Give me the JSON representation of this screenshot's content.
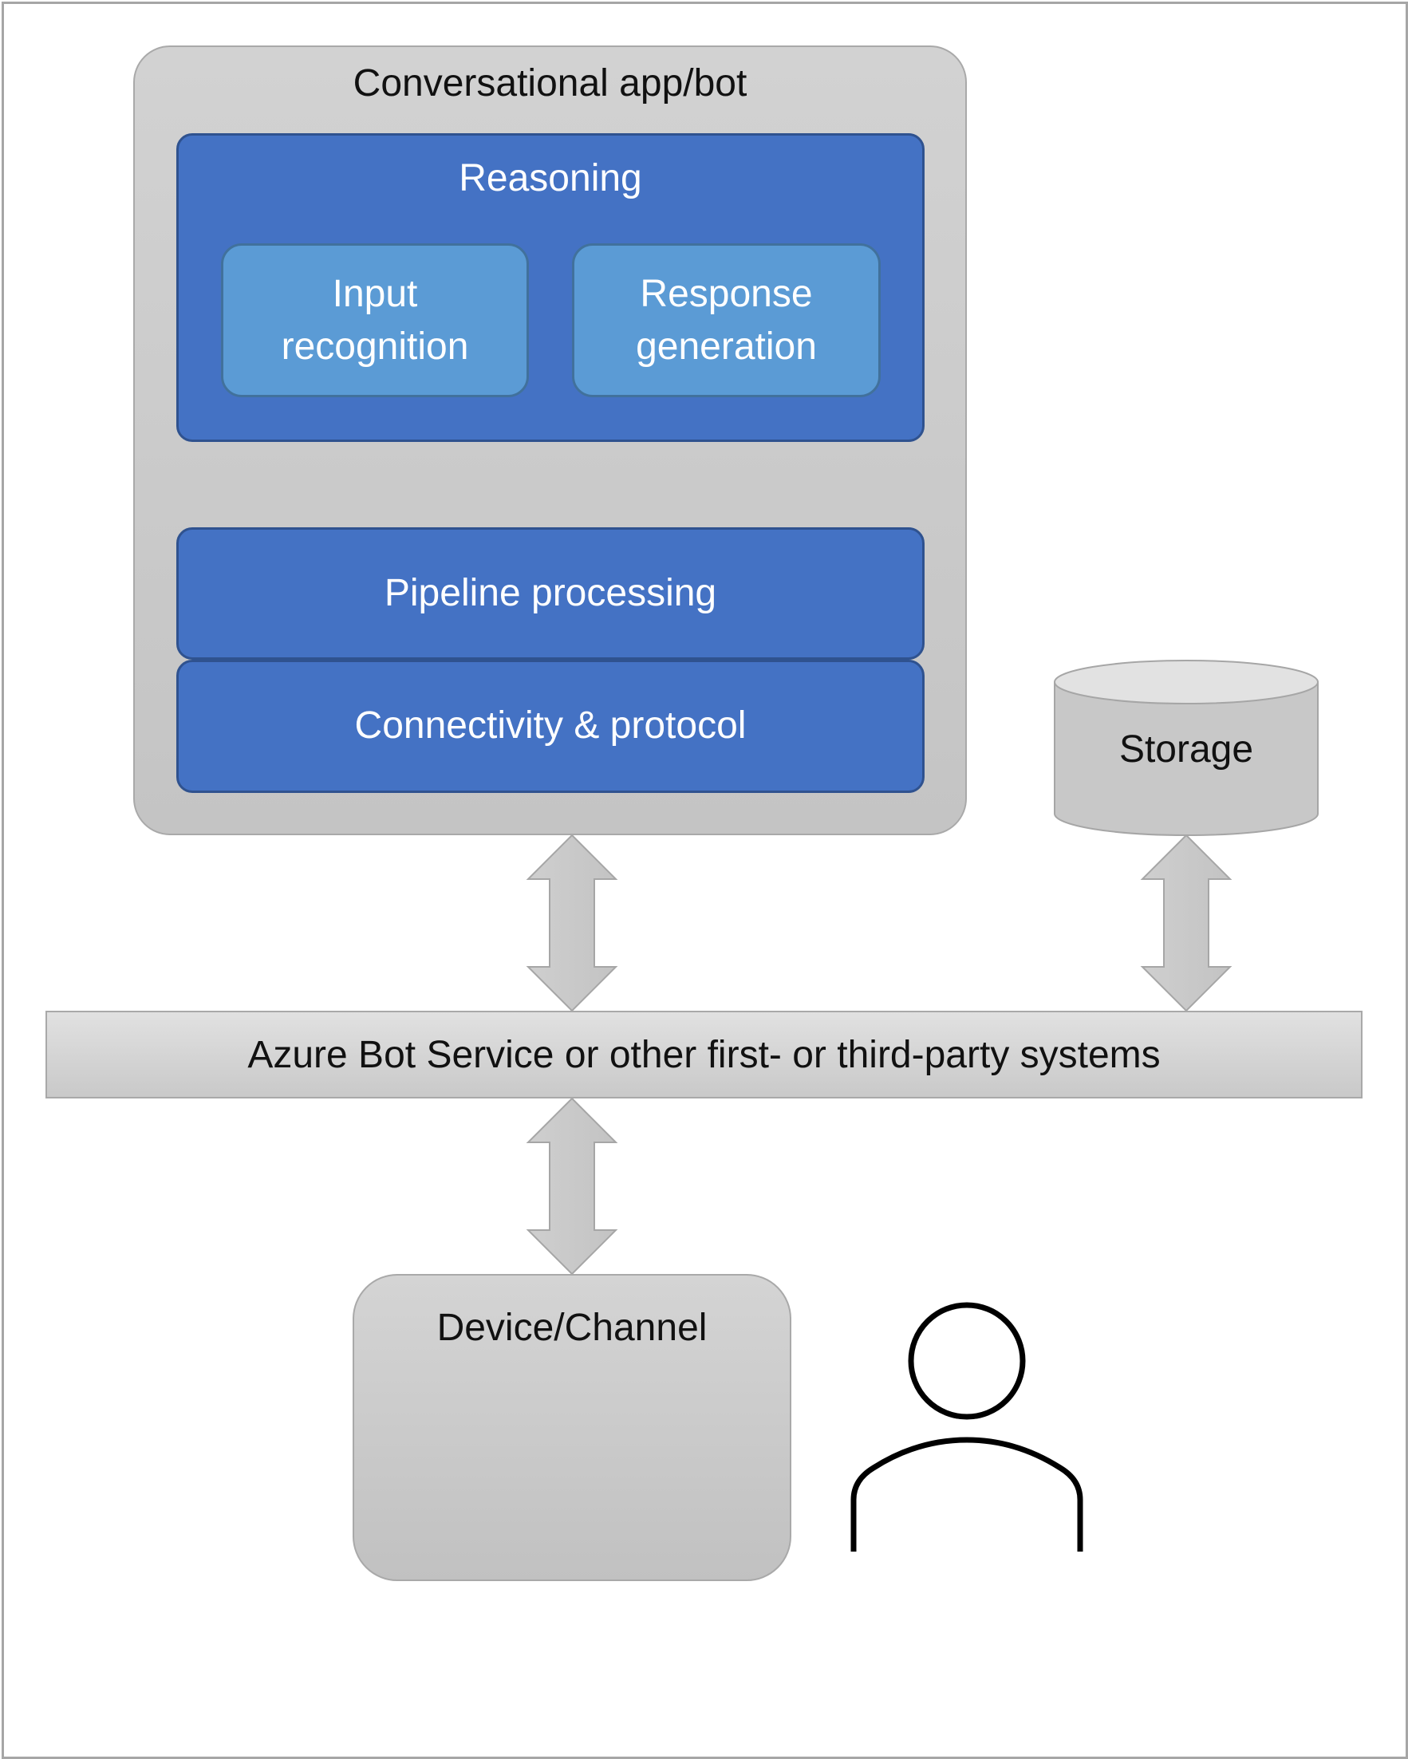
{
  "app": {
    "title": "Conversational app/bot",
    "reasoning": {
      "title": "Reasoning",
      "input_recognition": "Input\nrecognition",
      "response_generation": "Response\ngeneration"
    },
    "pipeline": "Pipeline processing",
    "connectivity": "Connectivity & protocol"
  },
  "storage": "Storage",
  "service_bar": "Azure Bot Service or other first- or third-party systems",
  "device": "Device/Channel",
  "icons": {
    "user": "user-icon",
    "storage": "database-cylinder-icon"
  }
}
